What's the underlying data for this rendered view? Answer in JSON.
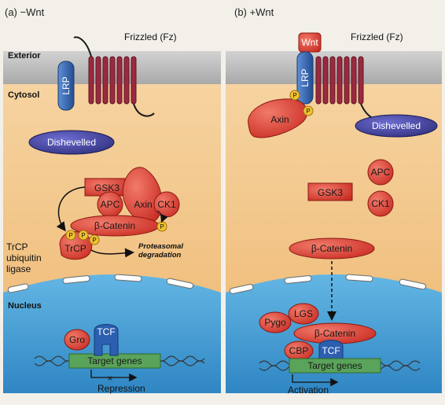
{
  "panels": {
    "a": {
      "title": "(a) −Wnt",
      "exterior": "Exterior",
      "cytosol": "Cytosol",
      "nucleus": "Nucleus",
      "frizzled": "Frizzled (Fz)",
      "lrp": "LRP",
      "dishevelled": "Dishevelled",
      "gsk3": "GSK3",
      "apc": "APC",
      "axin": "Axin",
      "ck1": "CK1",
      "beta_catenin": "β-Catenin",
      "trcp": "TrCP",
      "p": "P",
      "ligase_line1": "TrCP",
      "ligase_line2": "ubiquitin",
      "ligase_line3": "ligase",
      "proteasomal_line1": "Proteasomal",
      "proteasomal_line2": "degradation",
      "gro": "Gro",
      "tcf": "TCF",
      "target_genes": "Target genes",
      "repression": "Repression"
    },
    "b": {
      "title": "(b) +Wnt",
      "frizzled": "Frizzled (Fz)",
      "wnt": "Wnt",
      "lrp": "LRP",
      "axin": "Axin",
      "p": "P",
      "dishevelled": "Dishevelled",
      "apc": "APC",
      "gsk3": "GSK3",
      "ck1": "CK1",
      "beta_catenin": "β-Catenin",
      "lgs": "LGS",
      "pygo": "Pygo",
      "beta_catenin_nuc": "β-Catenin",
      "cbp": "CBP",
      "tcf": "TCF",
      "target_genes": "Target genes",
      "activation": "Activation"
    }
  },
  "colors": {
    "exterior": "#bdbdbd",
    "cytosol": "#f3c787",
    "nucleus": "#4aa6da",
    "receptor": "#9b2a3f",
    "lrp": "#2f5fa5",
    "protein_red": "#d8382c",
    "protein_fill": "#e0453a",
    "phospho": "#f2c230",
    "dishevelled": "#3a3a8e",
    "gene_box": "#5aa35a"
  }
}
